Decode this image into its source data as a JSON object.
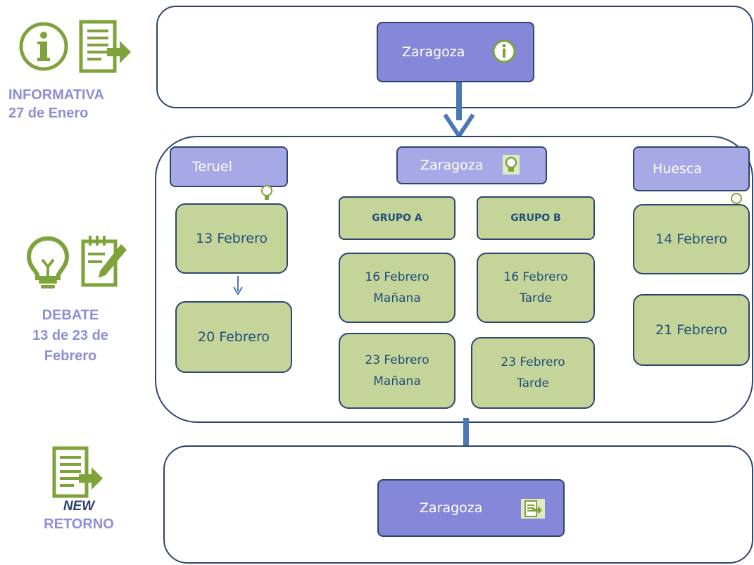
{
  "colors": {
    "border": "#2d4670",
    "city_fill": "#a7a9e6",
    "city_fill_dark": "#8588d8",
    "date_fill": "#c5d59a",
    "date_text": "#1f4f7a",
    "legend_text": "#8d8fd6",
    "icon_green": "#7ea33a",
    "arrow": "#4a79b5"
  },
  "legend": {
    "informativa": {
      "line1": "INFORMATIVA",
      "line2": "27 de Enero",
      "icons": [
        "info-icon",
        "document-arrow-icon"
      ]
    },
    "debate": {
      "line1": "DEBATE",
      "line2": "13 de 23 de",
      "line3": "Febrero",
      "icons": [
        "lightbulb-icon",
        "notepad-pencil-icon"
      ]
    },
    "retorno": {
      "new": "NEW",
      "line1": "RETORNO",
      "icons": [
        "document-arrow-icon"
      ]
    }
  },
  "informativa_panel": {
    "city": "Zaragoza",
    "icon": "info-icon"
  },
  "debate_panel": {
    "teruel": {
      "city": "Teruel",
      "dates": [
        "13 Febrero",
        "20 Febrero"
      ]
    },
    "zaragoza": {
      "city": "Zaragoza",
      "groups": [
        {
          "label": "GRUPO A",
          "sessions": [
            {
              "line1": "16 Febrero",
              "line2": "Mañana"
            },
            {
              "line1": "23 Febrero",
              "line2": "Mañana"
            }
          ]
        },
        {
          "label": "GRUPO B",
          "sessions": [
            {
              "line1": "16 Febrero",
              "line2": "Tarde"
            },
            {
              "line1": "23 Febrero",
              "line2": "Tarde"
            }
          ]
        }
      ]
    },
    "huesca": {
      "city": "Huesca",
      "dates": [
        "14 Febrero",
        "21 Febrero"
      ]
    }
  },
  "retorno_panel": {
    "city": "Zaragoza",
    "icon": "document-arrow-icon"
  }
}
